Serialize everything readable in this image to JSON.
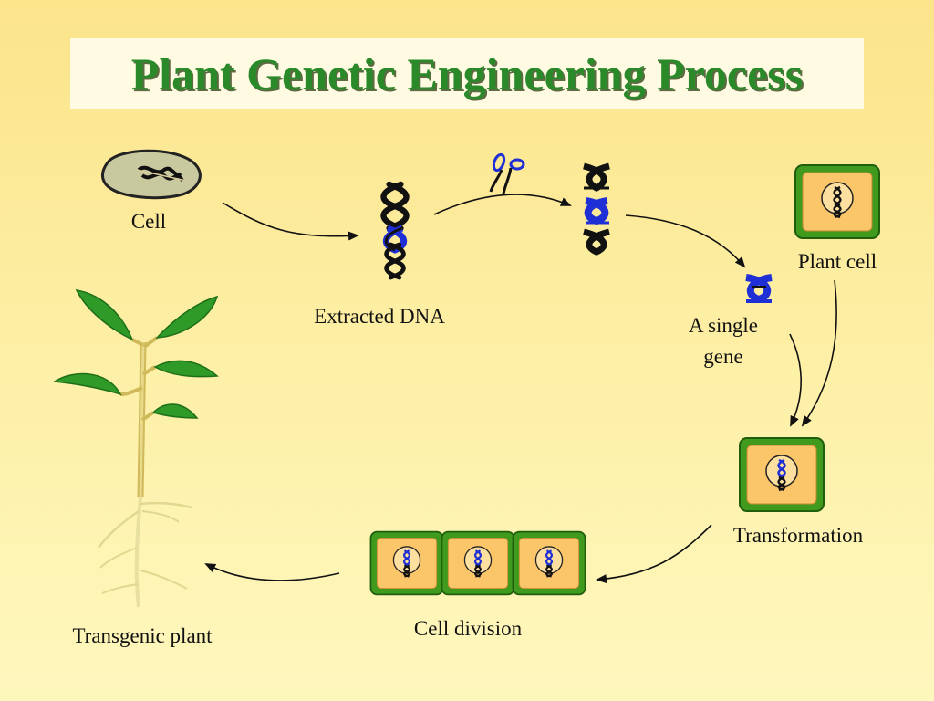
{
  "title": "Plant Genetic Engineering Process",
  "labels": {
    "cell": "Cell",
    "extracted_dna": "Extracted DNA",
    "plant_cell": "Plant cell",
    "single_gene_line1": "A single",
    "single_gene_line2": "gene",
    "transformation": "Transformation",
    "cell_division": "Cell division",
    "transgenic_plant": "Transgenic plant"
  },
  "colors": {
    "background_top": "#fbe48a",
    "title_green": "#2a8a2a",
    "cell_wall_green": "#3f9a1e",
    "cytoplasm_orange": "#fbc56a",
    "dna_black": "#111111",
    "gene_blue": "#1f2fd6",
    "leaf_green": "#2f9a28"
  },
  "icons": [
    "scissors-icon",
    "dna-helix-icon",
    "plant-cell-icon",
    "seedling-icon"
  ]
}
